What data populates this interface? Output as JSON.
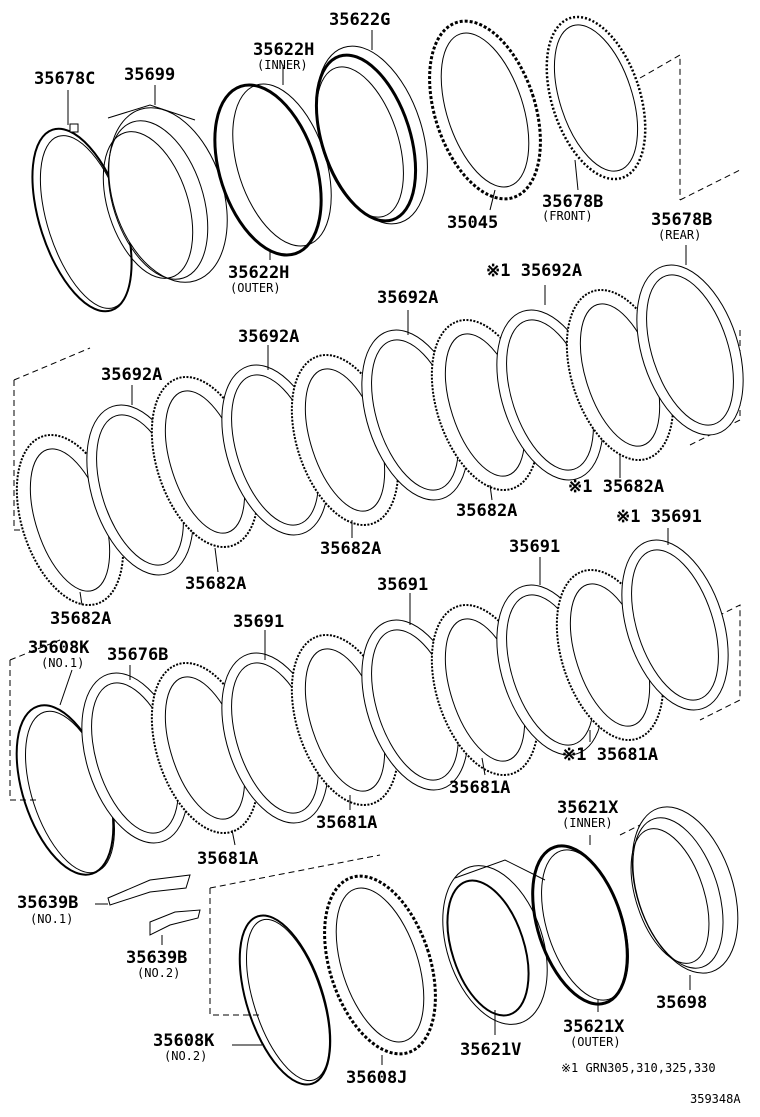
{
  "labels": {
    "p35678C": "35678C",
    "p35699": "35699",
    "p35622H_inner": "35622H",
    "inner1": "(INNER)",
    "p35622G": "35622G",
    "p35622H_outer": "35622H",
    "outer1": "(OUTER)",
    "p35045": "35045",
    "p35678B_front": "35678B",
    "front": "(FRONT)",
    "p35678B_rear": "35678B",
    "rear": "(REAR)",
    "p35692A_star": "※1 35692A",
    "p35692A_2": "35692A",
    "p35692A_3": "35692A",
    "p35692A_4": "35692A",
    "p35682A_star": "※1 35682A",
    "p35682A_2": "35682A",
    "p35682A_3": "35682A",
    "p35682A_4": "35682A",
    "p35682A_5": "35682A",
    "p35691_star": "※1 35691",
    "p35691_2": "35691",
    "p35691_3": "35691",
    "p35691_4": "35691",
    "p35608K_1": "35608K",
    "no1a": "(NO.1)",
    "p35676B": "35676B",
    "p35681A_star": "※1 35681A",
    "p35681A_2": "35681A",
    "p35681A_3": "35681A",
    "p35681A_4": "35681A",
    "p35621X_inner": "35621X",
    "inner2": "(INNER)",
    "p35639B_1": "35639B",
    "no1b": "(NO.1)",
    "p35639B_2": "35639B",
    "no2a": "(NO.2)",
    "p35698": "35698",
    "p35608K_2": "35608K",
    "no2b": "(NO.2)",
    "p35608J": "35608J",
    "p35621V": "35621V",
    "p35621X_outer": "35621X",
    "outer2": "(OUTER)",
    "footnote": "※1 GRN305,310,325,330",
    "figure_id": "359348A"
  }
}
